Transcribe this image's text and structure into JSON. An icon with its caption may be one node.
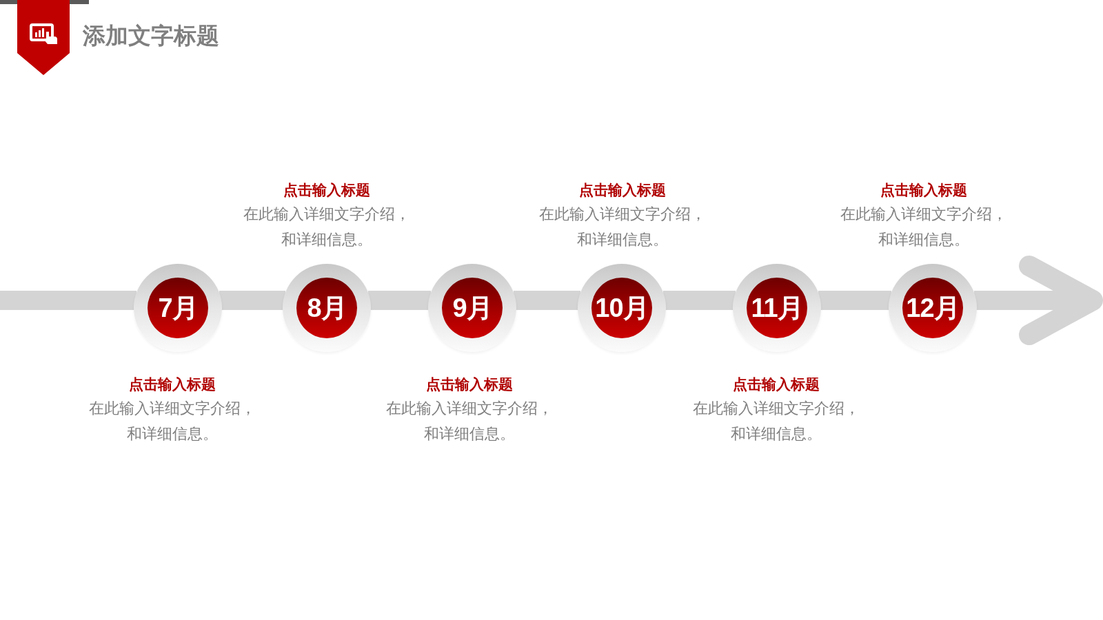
{
  "diagram": {
    "title": "添加文字标题",
    "nodes": [
      {
        "text": [
          "7月"
        ],
        "beside": [
          "点击输入标题",
          "在此输入详细文字介绍，和详细信息。"
        ]
      },
      {
        "text": [
          "8月"
        ],
        "beside": [
          "点击输入标题",
          "在此输入详细文字介绍，和详细信息。"
        ]
      },
      {
        "text": [
          "9月"
        ],
        "beside": [
          "点击输入标题",
          "在此输入详细文字介绍，和详细信息。"
        ]
      },
      {
        "text": [
          "10月"
        ],
        "beside": [
          "点击输入标题",
          "在此输入详细文字介绍，和详细信息。"
        ]
      },
      {
        "text": [
          "11月"
        ],
        "beside": [
          "点击输入标题",
          "在此输入详细文字介绍，和详细信息。"
        ]
      },
      {
        "text": [
          "12月"
        ],
        "beside": [
          "点击输入标题",
          "在此输入详细文字介绍，和详细信息。"
        ]
      }
    ],
    "edges": [
      {
        "from": null,
        "to": 0,
        "arrow": "none"
      },
      {
        "from": 0,
        "to": 1,
        "arrow": "none"
      },
      {
        "from": 1,
        "to": 2,
        "arrow": "none"
      },
      {
        "from": 2,
        "to": 3,
        "arrow": "none"
      },
      {
        "from": 3,
        "to": 4,
        "arrow": "none"
      },
      {
        "from": 4,
        "to": 5,
        "arrow": "none"
      },
      {
        "from": 5,
        "to": null,
        "arrow": "to"
      }
    ]
  }
}
